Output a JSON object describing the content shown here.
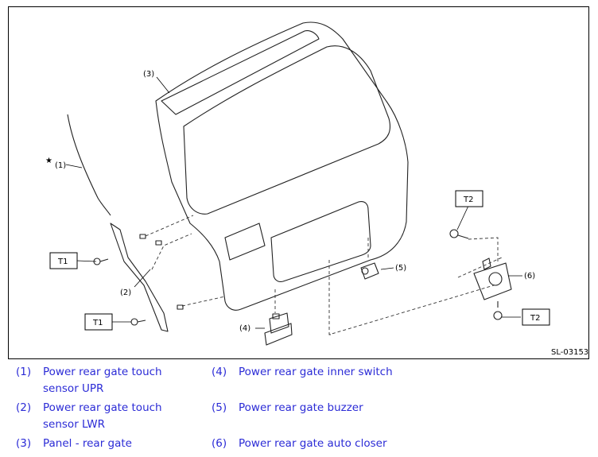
{
  "diagram": {
    "code": "SL-03153",
    "callouts": [
      {
        "id": "c1",
        "text": "(1)"
      },
      {
        "id": "c2",
        "text": "(2)"
      },
      {
        "id": "c3",
        "text": "(3)"
      },
      {
        "id": "c4",
        "text": "(4)"
      },
      {
        "id": "c5",
        "text": "(5)"
      },
      {
        "id": "c6",
        "text": "(6)"
      }
    ],
    "torque_labels": {
      "t1": "T1",
      "t2": "T2"
    },
    "star_mark": "★"
  },
  "legend": [
    {
      "num": "(1)",
      "text": "Power rear gate touch sensor UPR"
    },
    {
      "num": "(2)",
      "text": "Power rear gate touch sensor LWR"
    },
    {
      "num": "(3)",
      "text": "Panel - rear gate"
    },
    {
      "num": "(4)",
      "text": "Power rear gate inner switch"
    },
    {
      "num": "(5)",
      "text": "Power rear gate buzzer"
    },
    {
      "num": "(6)",
      "text": "Power rear gate auto closer"
    }
  ],
  "colors": {
    "legend_text": "#2b2bd6"
  }
}
